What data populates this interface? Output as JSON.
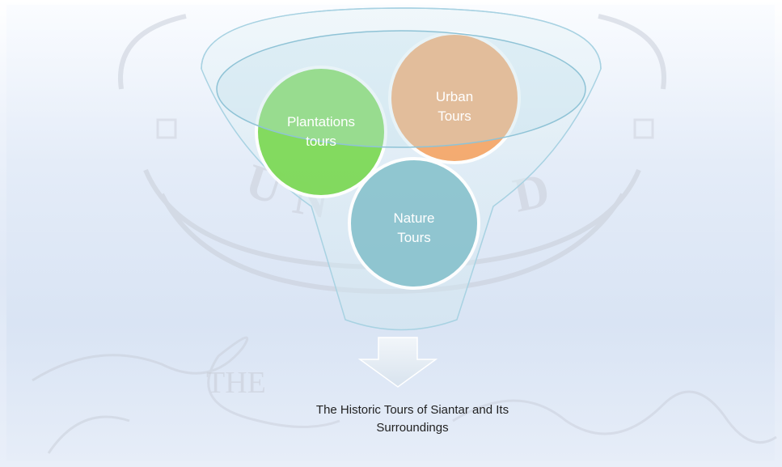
{
  "diagram": {
    "circles": [
      {
        "label": "Plantations\ntours",
        "color": "#7ed957"
      },
      {
        "label": "Urban\nTours",
        "color": "#f5a86a"
      },
      {
        "label": "Nature\nTours",
        "color": "#8cc4cf"
      }
    ],
    "result_label": "The Historic Tours of Siantar and Its\nSurroundings",
    "colors": {
      "funnel_stroke": "#a8d2e2",
      "arrow_fill": "#e4ecf4",
      "arrow_stroke": "#ffffff"
    }
  }
}
